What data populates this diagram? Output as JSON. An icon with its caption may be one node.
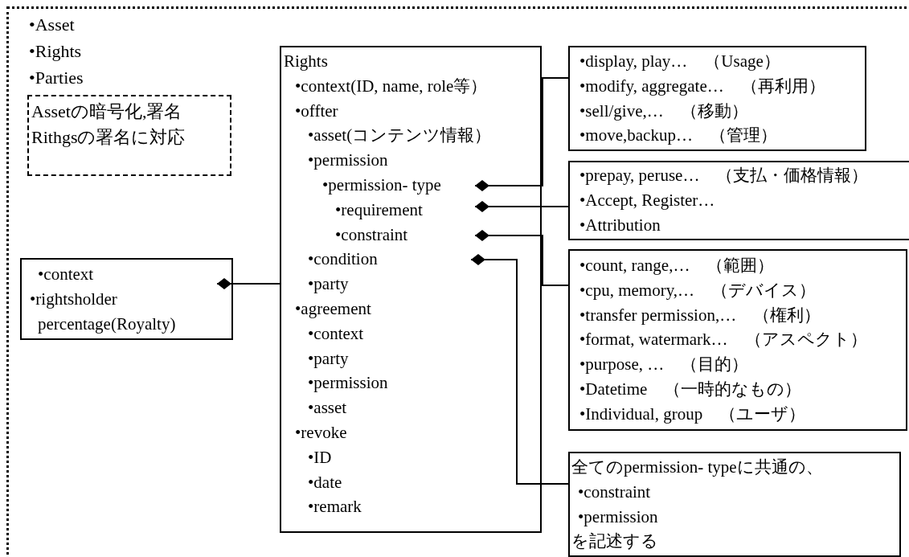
{
  "diagram": {
    "nodes": [
      {
        "text": [
          "Assetの暗号化,署名Rithgsの署名に対応"
        ]
      },
      {
        "text": [
          "Rights",
          "•context(ID, name, role等）",
          "•offter",
          "•asset(コンテンツ情報）",
          "•permission",
          "•permission- type",
          "•requirement",
          "•constraint",
          "•condition",
          "•party",
          "•agreement",
          "•context",
          "•party",
          "•permission",
          "•asset",
          "•revoke",
          "•ID",
          "•date",
          "•remark"
        ]
      },
      {
        "text": [
          "•context",
          "•rightsholder",
          "percentage(Royalty)"
        ]
      },
      {
        "text": [
          "•display, play…　（Usage）",
          "•modify, aggregate…　（再利用）",
          "•sell/give,…　（移動）",
          "•move,backup…　（管理）"
        ]
      },
      {
        "text": [
          "•prepay, peruse…　（支払・価格情報）",
          "•Accept, Register…",
          "•Attribution"
        ]
      },
      {
        "text": [
          "•count, range,…　（範囲）",
          "•cpu, memory,…　（デバイス）",
          "•transfer permission,…　（権利）",
          "•format, watermark…　（アスペクト）",
          "•purpose, …　（目的）",
          "•Datetime　（一時的なもの）",
          "•Individual, group　（ユーザ）"
        ]
      },
      {
        "text": [
          "全てのpermission- typeに共通の、",
          "•constraint",
          "•permission",
          "を記述する"
        ]
      }
    ],
    "edges": [
      {
        "from": 1,
        "to": 3,
        "arrow": "other"
      },
      {
        "from": 1,
        "to": 4,
        "arrow": "other"
      },
      {
        "from": 1,
        "to": 5,
        "arrow": "other"
      },
      {
        "from": 1,
        "to": 6,
        "arrow": "other"
      },
      {
        "from": 2,
        "to": 1,
        "arrow": "other"
      }
    ],
    "labels": [
      "•Asset",
      "•Rights",
      "•Parties"
    ]
  }
}
